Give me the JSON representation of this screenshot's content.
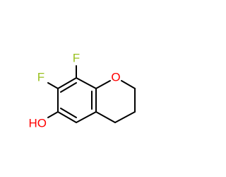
{
  "molecule": {
    "atoms": {
      "fluorine_top": {
        "symbol": "F",
        "color": "#99c01f"
      },
      "fluorine_left": {
        "symbol": "F",
        "color": "#99c01f"
      },
      "ring_oxygen": {
        "symbol": "O",
        "color": "#ff0000"
      },
      "hydroxyl": {
        "symbol": "HO",
        "color": "#ff0000"
      }
    },
    "bond_color": "#000000",
    "background": "#ffffff"
  }
}
